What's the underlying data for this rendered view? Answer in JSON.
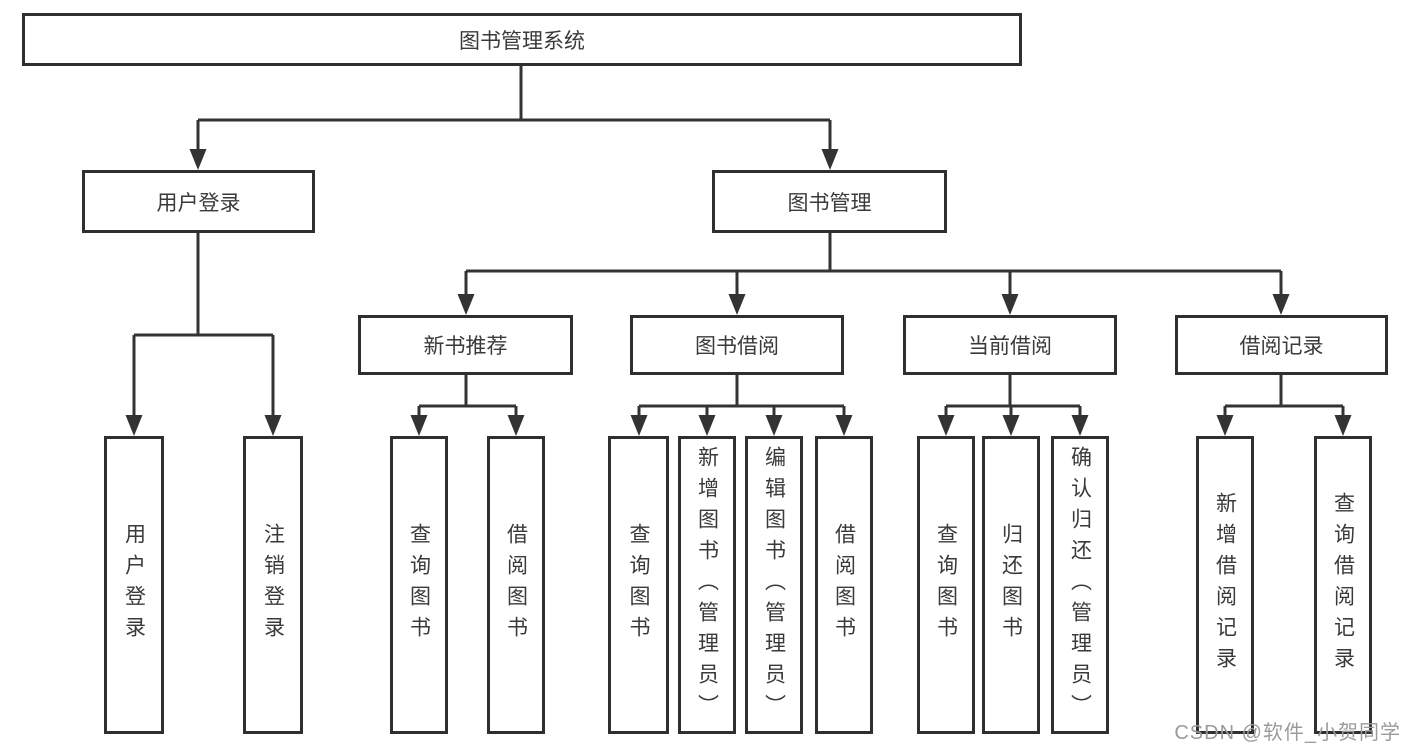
{
  "nodes": {
    "root": "图书管理系统",
    "user_login": "用户登录",
    "book_mgmt": "图书管理",
    "new_book_rec": "新书推荐",
    "book_borrow": "图书借阅",
    "current_borrow": "当前借阅",
    "borrow_record": "借阅记录",
    "leaf_user_login": "用户登录",
    "leaf_logout": "注销登录",
    "leaf_nbr_query_book": "查询图书",
    "leaf_nbr_borrow_book": "借阅图书",
    "leaf_bb_query_book": "查询图书",
    "leaf_bb_add_book": "新增图书（管理员）",
    "leaf_bb_edit_book": "编辑图书（管理员）",
    "leaf_bb_borrow_book": "借阅图书",
    "leaf_cb_query_book": "查询图书",
    "leaf_cb_return_book": "归还图书",
    "leaf_cb_confirm_return": "确认归还（管理员）",
    "leaf_br_add_record": "新增借阅记录",
    "leaf_br_query_record": "查询借阅记录"
  },
  "watermark": "CSDN @软件_小贺同学",
  "colors": {
    "line": "#333333",
    "border": "#2f2f2f",
    "text": "#3a3a3a",
    "watermark": "#9b9b9b",
    "background": "#ffffff"
  }
}
